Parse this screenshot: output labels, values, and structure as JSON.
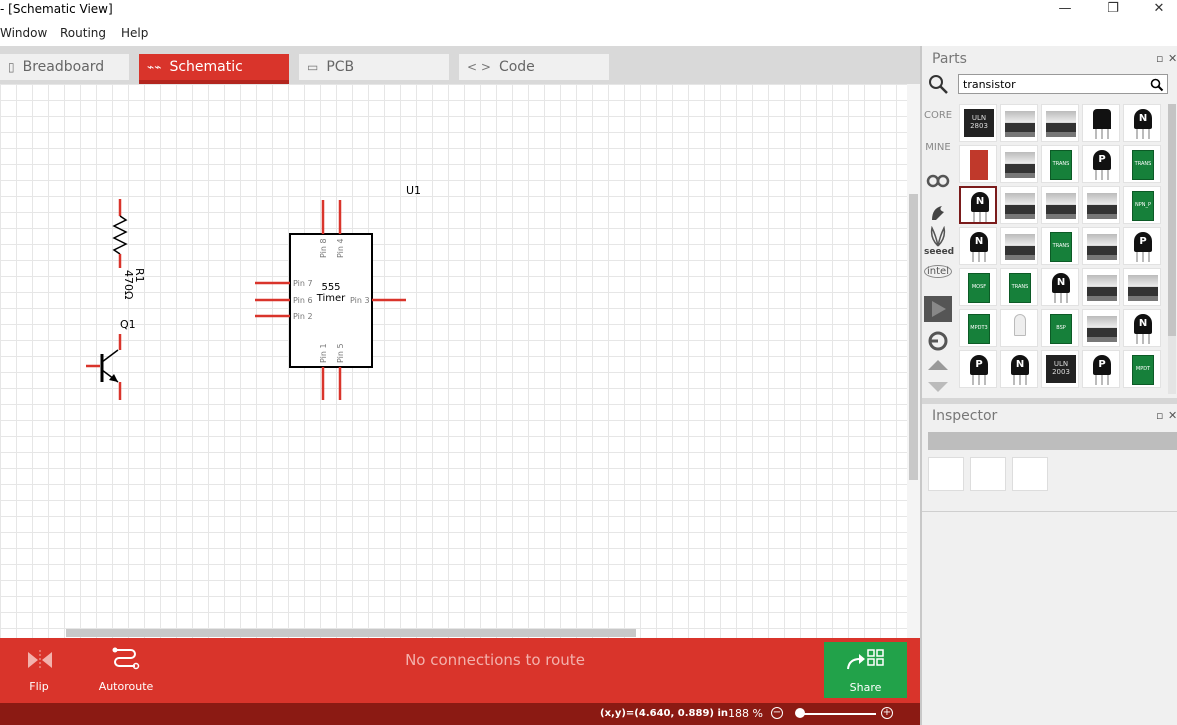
{
  "window": {
    "title": "- [Schematic View]",
    "controls": {
      "minimize": "—",
      "maximize": "❐",
      "close": "✕"
    }
  },
  "menu": [
    "Window",
    "Routing",
    "Help"
  ],
  "tabs": [
    {
      "label": "Breadboard",
      "icon": "breadboard-icon",
      "active": false
    },
    {
      "label": "Schematic",
      "icon": "schematic-icon",
      "active": true
    },
    {
      "label": "PCB",
      "icon": "pcb-icon",
      "active": false
    },
    {
      "label": "Code",
      "icon": "code-icon",
      "active": false
    }
  ],
  "schematic": {
    "resistor": {
      "ref": "R1",
      "value": "470Ω"
    },
    "transistor": {
      "ref": "Q1"
    },
    "timer": {
      "ref": "U1",
      "title_line1": "555",
      "title_line2": "Timer",
      "pins": [
        "Pin 7",
        "Pin 6",
        "Pin 2",
        "Pin 3",
        "Pin 8",
        "Pin 4",
        "Pin 1",
        "Pin 5"
      ]
    }
  },
  "toolbar": {
    "flip_label": "Flip",
    "autoroute_label": "Autoroute",
    "routing_status": "No connections to route",
    "share_label": "Share"
  },
  "status": {
    "coords": "(x,y)=(4.640, 0.889) in",
    "zoom": "188",
    "zoom_unit": "%",
    "zoom_out": "−",
    "zoom_in": "+"
  },
  "parts": {
    "header": "Parts",
    "search_value": "transistor",
    "bins": [
      "CORE",
      "MINE"
    ],
    "bin_icons": [
      "arduino-icon",
      "sparkfun-icon",
      "seeed-icon",
      "intel-icon",
      "play-icon",
      "snootlab-icon",
      "up-arrow-icon",
      "down-arrow-icon"
    ],
    "seeed_label": "seeed",
    "intel_label": "intel",
    "grid": [
      [
        "chip",
        "pkg",
        "pkg",
        "tab",
        "n"
      ],
      [
        "red",
        "pkg",
        "pcb",
        "p",
        "pcb"
      ],
      [
        "n",
        "pkg",
        "pkg",
        "pkg",
        "pcb"
      ],
      [
        "n",
        "pkg",
        "pcb",
        "pkg",
        "p"
      ],
      [
        "pcb",
        "pcb",
        "n",
        "pkg",
        "pkg"
      ],
      [
        "pcb",
        "led",
        "pcb",
        "pkg",
        "n"
      ],
      [
        "p",
        "n",
        "chip",
        "p",
        "pcb"
      ]
    ],
    "chip_labels": [
      "ULN 2803",
      "ULN 2003"
    ],
    "pcb_labels": [
      "TRANS",
      "TRANS",
      "NPN_P",
      "TRANS",
      "MOSF",
      "TRANS",
      "MPDT3",
      "BSP",
      "MPDT"
    ],
    "letters": {
      "n": "N",
      "p": "P"
    }
  },
  "inspector": {
    "header": "Inspector"
  },
  "panel_controls": {
    "float": "▫",
    "close": "✕"
  }
}
